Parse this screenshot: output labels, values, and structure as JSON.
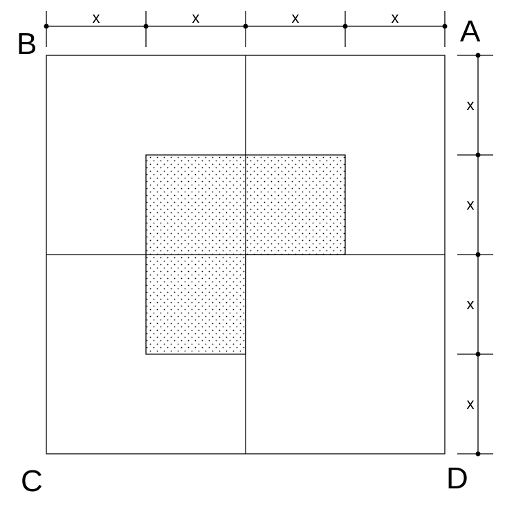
{
  "corners": {
    "top_left": "B",
    "top_right": "A",
    "bottom_left": "C",
    "bottom_right": "D"
  },
  "top_dimension_labels": [
    "x",
    "x",
    "x",
    "x"
  ],
  "right_dimension_labels": [
    "x",
    "x",
    "x",
    "x"
  ],
  "grid": {
    "columns": 4,
    "rows": 4
  },
  "shaded_cells": [
    [
      1,
      1
    ],
    [
      1,
      2
    ],
    [
      2,
      1
    ]
  ],
  "colors": {
    "stroke": "#000000",
    "background": "#ffffff",
    "dots": "#000000"
  }
}
